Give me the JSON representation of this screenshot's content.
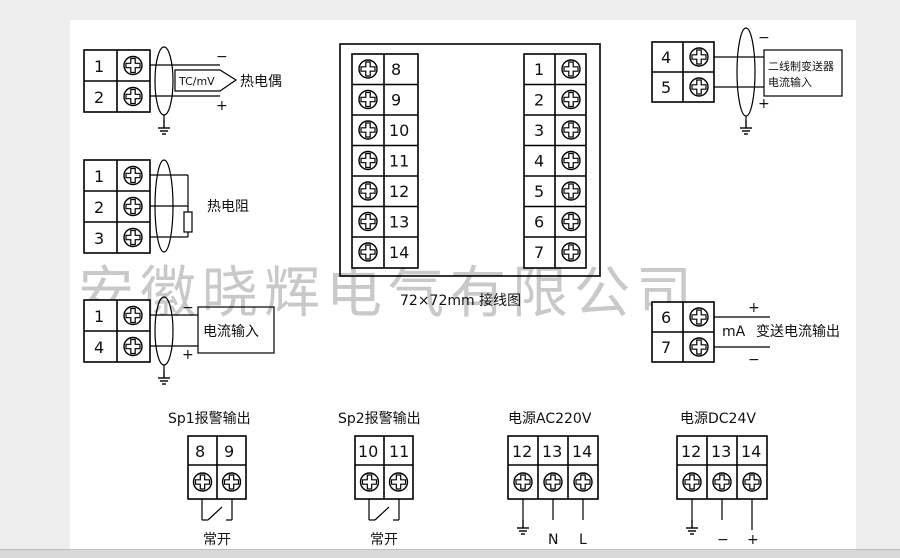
{
  "watermark": "安徽晓辉电气有限公司",
  "thermocouple": {
    "terminals": [
      "1",
      "2"
    ],
    "sensor_label": "TC/mV",
    "label": "热电偶",
    "minus": "−",
    "plus": "+"
  },
  "rtd": {
    "terminals": [
      "1",
      "2",
      "3"
    ],
    "label": "热电阻"
  },
  "current_input": {
    "terminals": [
      "1",
      "4"
    ],
    "label": "电流输入",
    "minus": "−",
    "plus": "+"
  },
  "transmitter_input": {
    "terminals": [
      "4",
      "5"
    ],
    "label_line1": "二线制变送器",
    "label_line2": "电流输入",
    "minus": "−",
    "plus": "+"
  },
  "transmit_output": {
    "terminals": [
      "6",
      "7"
    ],
    "ma_label": "mA",
    "label": "变送电流输出",
    "plus": "+",
    "minus": "−"
  },
  "panel_diagram": {
    "left_terminals": [
      "8",
      "9",
      "10",
      "11",
      "12",
      "13",
      "14"
    ],
    "right_terminals": [
      "1",
      "2",
      "3",
      "4",
      "5",
      "6",
      "7"
    ],
    "caption": "72×72mm 接线图"
  },
  "bottom_blocks": [
    {
      "title": "Sp1报警输出",
      "terminals": [
        "8",
        "9"
      ],
      "footer": "常开"
    },
    {
      "title": "Sp2报警输出",
      "terminals": [
        "10",
        "11"
      ],
      "footer": "常开"
    },
    {
      "title": "电源AC220V",
      "terminals": [
        "12",
        "13",
        "14"
      ],
      "marks": [
        "",
        "N",
        "L"
      ]
    },
    {
      "title": "电源DC24V",
      "terminals": [
        "12",
        "13",
        "14"
      ],
      "marks": [
        "",
        "−",
        "+"
      ]
    }
  ]
}
